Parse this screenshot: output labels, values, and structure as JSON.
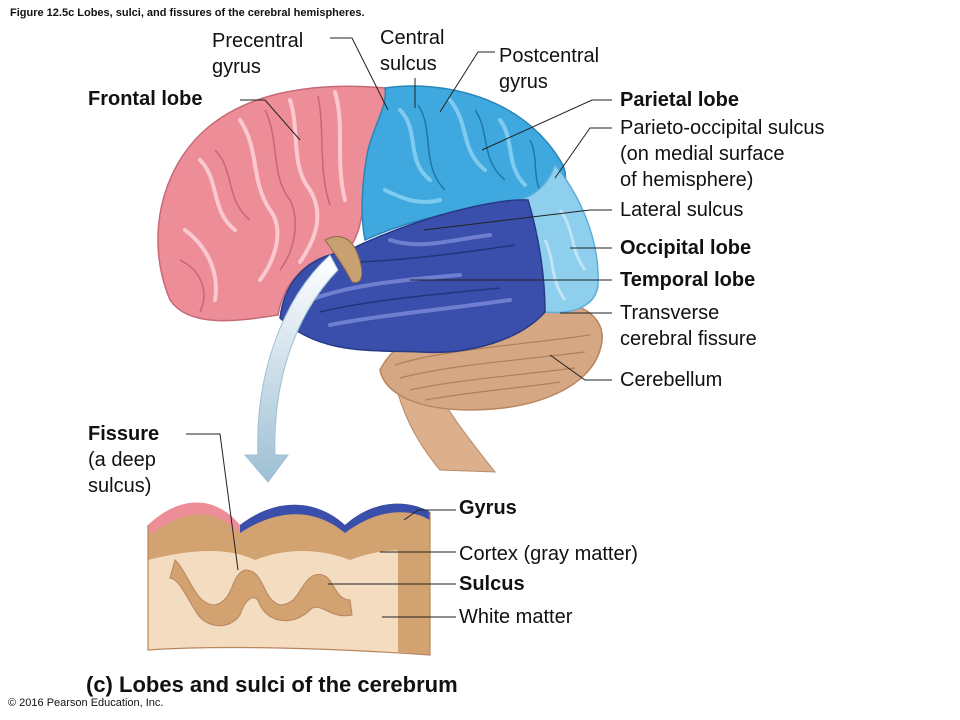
{
  "figure": {
    "caption": "Figure 12.5c Lobes, sulci, and fissures of the cerebral hemispheres.",
    "copyright": "© 2016 Pearson Education, Inc.",
    "panel_letter": "(c)",
    "panel_title": "Lobes and sulci of the cerebrum"
  },
  "labels": {
    "precentral_1": "Precentral",
    "precentral_2": "gyrus",
    "central_1": "Central",
    "central_2": "sulcus",
    "postcentral_1": "Postcentral",
    "postcentral_2": "gyrus",
    "frontal": "Frontal lobe",
    "parietal": "Parietal lobe",
    "po_1": "Parieto-occipital sulcus",
    "po_2": "(on medial surface",
    "po_3": "of hemisphere)",
    "lateral": "Lateral sulcus",
    "occipital": "Occipital lobe",
    "temporal": "Temporal lobe",
    "transverse_1": "Transverse",
    "transverse_2": "cerebral fissure",
    "cerebellum": "Cerebellum",
    "fissure_1": "Fissure",
    "fissure_2": "(a deep",
    "fissure_3": "sulcus)",
    "gyrus": "Gyrus",
    "cortex": "Cortex (gray matter)",
    "sulcus": "Sulcus",
    "white": "White matter"
  },
  "colors": {
    "frontal": "#ec8d98",
    "parietal": "#3fa9df",
    "occipital": "#8ecfee",
    "temporal": "#3a4fab",
    "cerebellum": "#d6a783",
    "brainstem": "#dcb08c",
    "white_matter": "#f3dcc0",
    "cortex": "#d3a271",
    "arrow": "#a8c6d8"
  }
}
